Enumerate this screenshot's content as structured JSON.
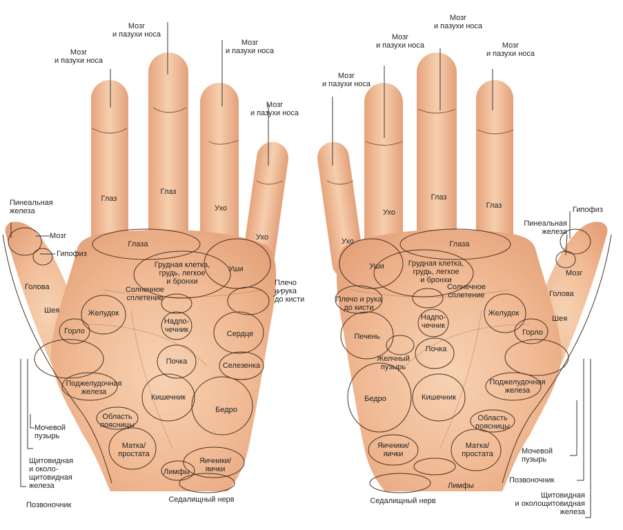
{
  "labels": {
    "brain_sinus": "Мозг\nи пазухи носа",
    "brain": "Мозг",
    "eye": "Глаз",
    "eyes": "Глаза",
    "ear": "Ухо",
    "ears": "Уши",
    "chest": "Грудная клетка,\nгрудь, легкое\nи бронхи",
    "shoulder_arm": "Плечо\nи рука\nдо кисти",
    "shoulder_arm_right": "Плечо и рука\nдо кисти",
    "solar_plexus": "Солнечное\nсплетение",
    "pineal": "Пинеальная\nжелеза",
    "pituitary": "Гипофиз",
    "head": "Голова",
    "neck": "Шея",
    "stomach": "Желудок",
    "throat": "Горло",
    "adrenal": "Надпо-\nчечник",
    "heart": "Сердце",
    "spleen": "Селезенка",
    "kidney": "Почка",
    "pancreas": "Поджелудочная\nжелеза",
    "intestine": "Кишечник",
    "hip": "Бедро",
    "lumbar": "Область\nпоясницы",
    "bladder": "Мочевой\nпузырь",
    "uterus": "Матка/\nпростата",
    "ovaries": "Яичники/\nяички",
    "lymph": "Лимфы",
    "sciatic": "Седалищный нерв",
    "thyroid": "Щитовидная\nи около-\nщитовидная\nжелеза",
    "thyroid_right": "Щитовидная\nи околощитовидная\nжелеза",
    "spine": "Позвоночник",
    "liver": "Печень",
    "gallbladder": "Желчный\nпузырь"
  },
  "colors": {
    "skin": "#f0b993",
    "skin_light": "#f6d0b0",
    "skin_dark": "#dc9c74",
    "outline": "#4a3020"
  }
}
